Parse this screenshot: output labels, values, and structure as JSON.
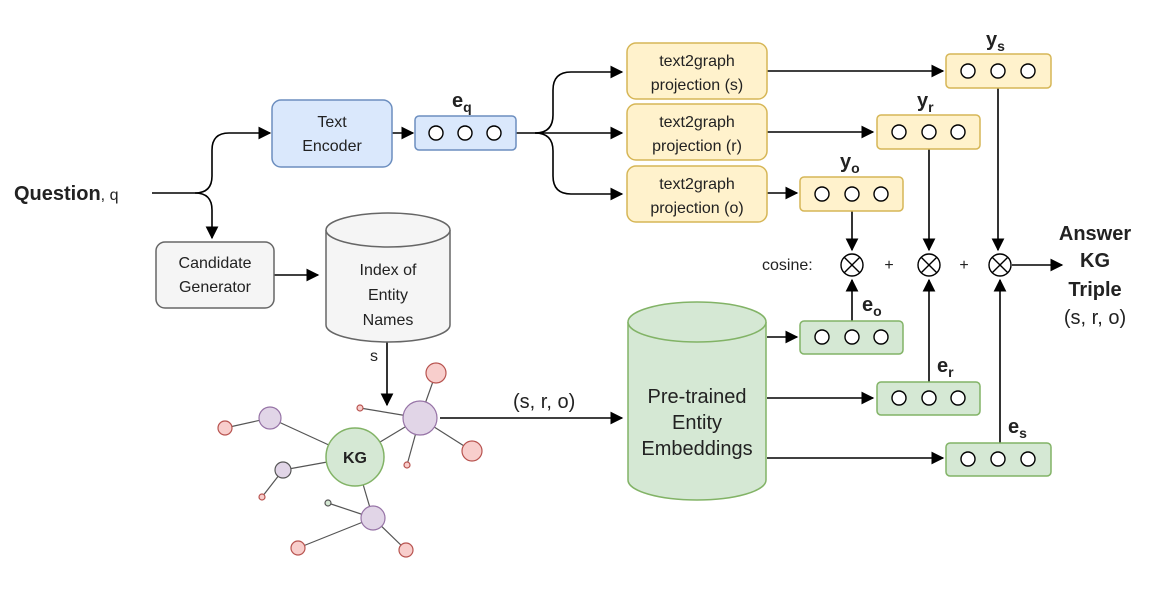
{
  "question": {
    "bold": "Question",
    "rest": ", q"
  },
  "text_encoder": {
    "line1": "Text",
    "line2": "Encoder"
  },
  "candidate_generator": {
    "line1": "Candidate",
    "line2": "Generator"
  },
  "index": {
    "line1": "Index of",
    "line2": "Entity",
    "line3": "Names"
  },
  "s_label": "s",
  "kg_label": "KG",
  "triple_label": "(s, r, o)",
  "embeddings": {
    "line1": "Pre-trained",
    "line2": "Entity",
    "line3": "Embeddings"
  },
  "projections": [
    {
      "line1": "text2graph",
      "line2": "projection (s)"
    },
    {
      "line1": "text2graph",
      "line2": "projection (r)"
    },
    {
      "line1": "text2graph",
      "line2": "projection (o)"
    }
  ],
  "vectors": {
    "eq": {
      "base": "e",
      "sub": "q"
    },
    "ys": {
      "base": "y",
      "sub": "s"
    },
    "yr": {
      "base": "y",
      "sub": "r"
    },
    "yo": {
      "base": "y",
      "sub": "o"
    },
    "eo": {
      "base": "e",
      "sub": "o"
    },
    "er": {
      "base": "e",
      "sub": "r"
    },
    "es": {
      "base": "e",
      "sub": "s"
    }
  },
  "cosine_label": "cosine:",
  "plus_1": "+",
  "plus_2": "+",
  "answer": {
    "line1": "Answer",
    "line2": "KG",
    "line3": "Triple",
    "line4": "(s, r, o)"
  },
  "colors": {
    "blue_fill": "#dae8fc",
    "blue_stroke": "#6c8ebf",
    "yellow_fill": "#fff2cc",
    "yellow_stroke": "#d6b656",
    "green_fill": "#d5e8d4",
    "green_stroke": "#82b366",
    "gray_fill": "#f5f5f5",
    "gray_stroke": "#666666",
    "red_fill": "#f8cecc",
    "red_stroke": "#b85450",
    "purple_fill": "#e1d5e7",
    "purple_stroke": "#9673a6"
  }
}
